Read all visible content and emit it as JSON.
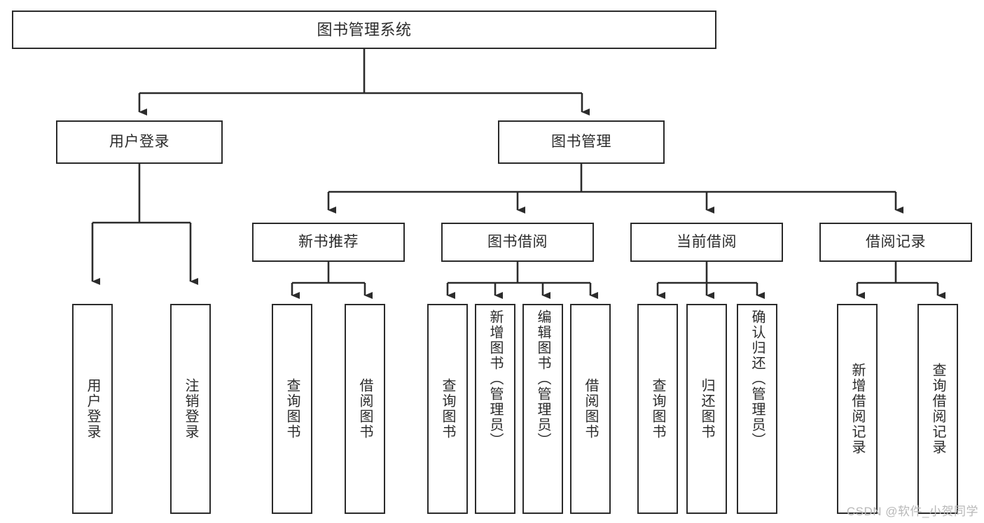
{
  "diagram": {
    "title": "图书管理系统",
    "type": "tree-hierarchy-diagram",
    "root": {
      "label": "图书管理系统"
    },
    "level2": [
      {
        "label": "用户登录"
      },
      {
        "label": "图书管理"
      }
    ],
    "level3": [
      {
        "label": "新书推荐"
      },
      {
        "label": "图书借阅"
      },
      {
        "label": "当前借阅"
      },
      {
        "label": "借阅记录"
      }
    ],
    "leaves": [
      {
        "label": "用户登录",
        "parent": "用户登录"
      },
      {
        "label": "注销登录",
        "parent": "用户登录"
      },
      {
        "label": "查询图书",
        "parent": "新书推荐"
      },
      {
        "label": "借阅图书",
        "parent": "新书推荐"
      },
      {
        "label": "查询图书",
        "parent": "图书借阅"
      },
      {
        "label": "新增图书（管理员）",
        "parent": "图书借阅"
      },
      {
        "label": "编辑图书（管理员）",
        "parent": "图书借阅"
      },
      {
        "label": "借阅图书",
        "parent": "图书借阅"
      },
      {
        "label": "查询图书",
        "parent": "当前借阅"
      },
      {
        "label": "归还图书",
        "parent": "当前借阅"
      },
      {
        "label": "确认归还（管理员）",
        "parent": "当前借阅"
      },
      {
        "label": "新增借阅记录",
        "parent": "借阅记录"
      },
      {
        "label": "查询借阅记录",
        "parent": "借阅记录"
      }
    ],
    "watermark": "CSDN @软件_小贺同学",
    "colors": {
      "stroke": "#2b2b2b",
      "background": "#ffffff",
      "text": "#2b2b2b",
      "watermark": "#b8b8b8"
    }
  }
}
